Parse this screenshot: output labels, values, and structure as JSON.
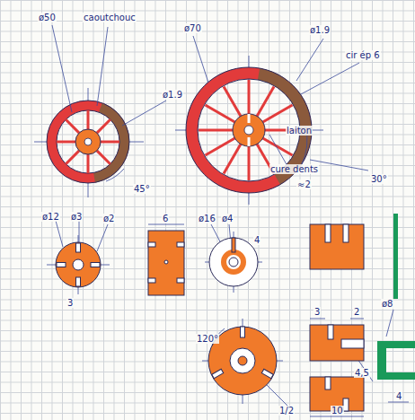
{
  "diagram": {
    "labels": [
      "ø50",
      "caoutchouc",
      "ø70",
      "ø1.9",
      "cir ép 6",
      "ø1.9",
      "laiton",
      "45°",
      "30°",
      "cure dents",
      "≈2",
      "ø12",
      "ø3",
      "ø2",
      "3",
      "6",
      "ø16",
      "ø4",
      "4",
      "120°",
      "1/2",
      "3",
      "2",
      "ø8",
      "4,5",
      "10",
      "4"
    ]
  }
}
